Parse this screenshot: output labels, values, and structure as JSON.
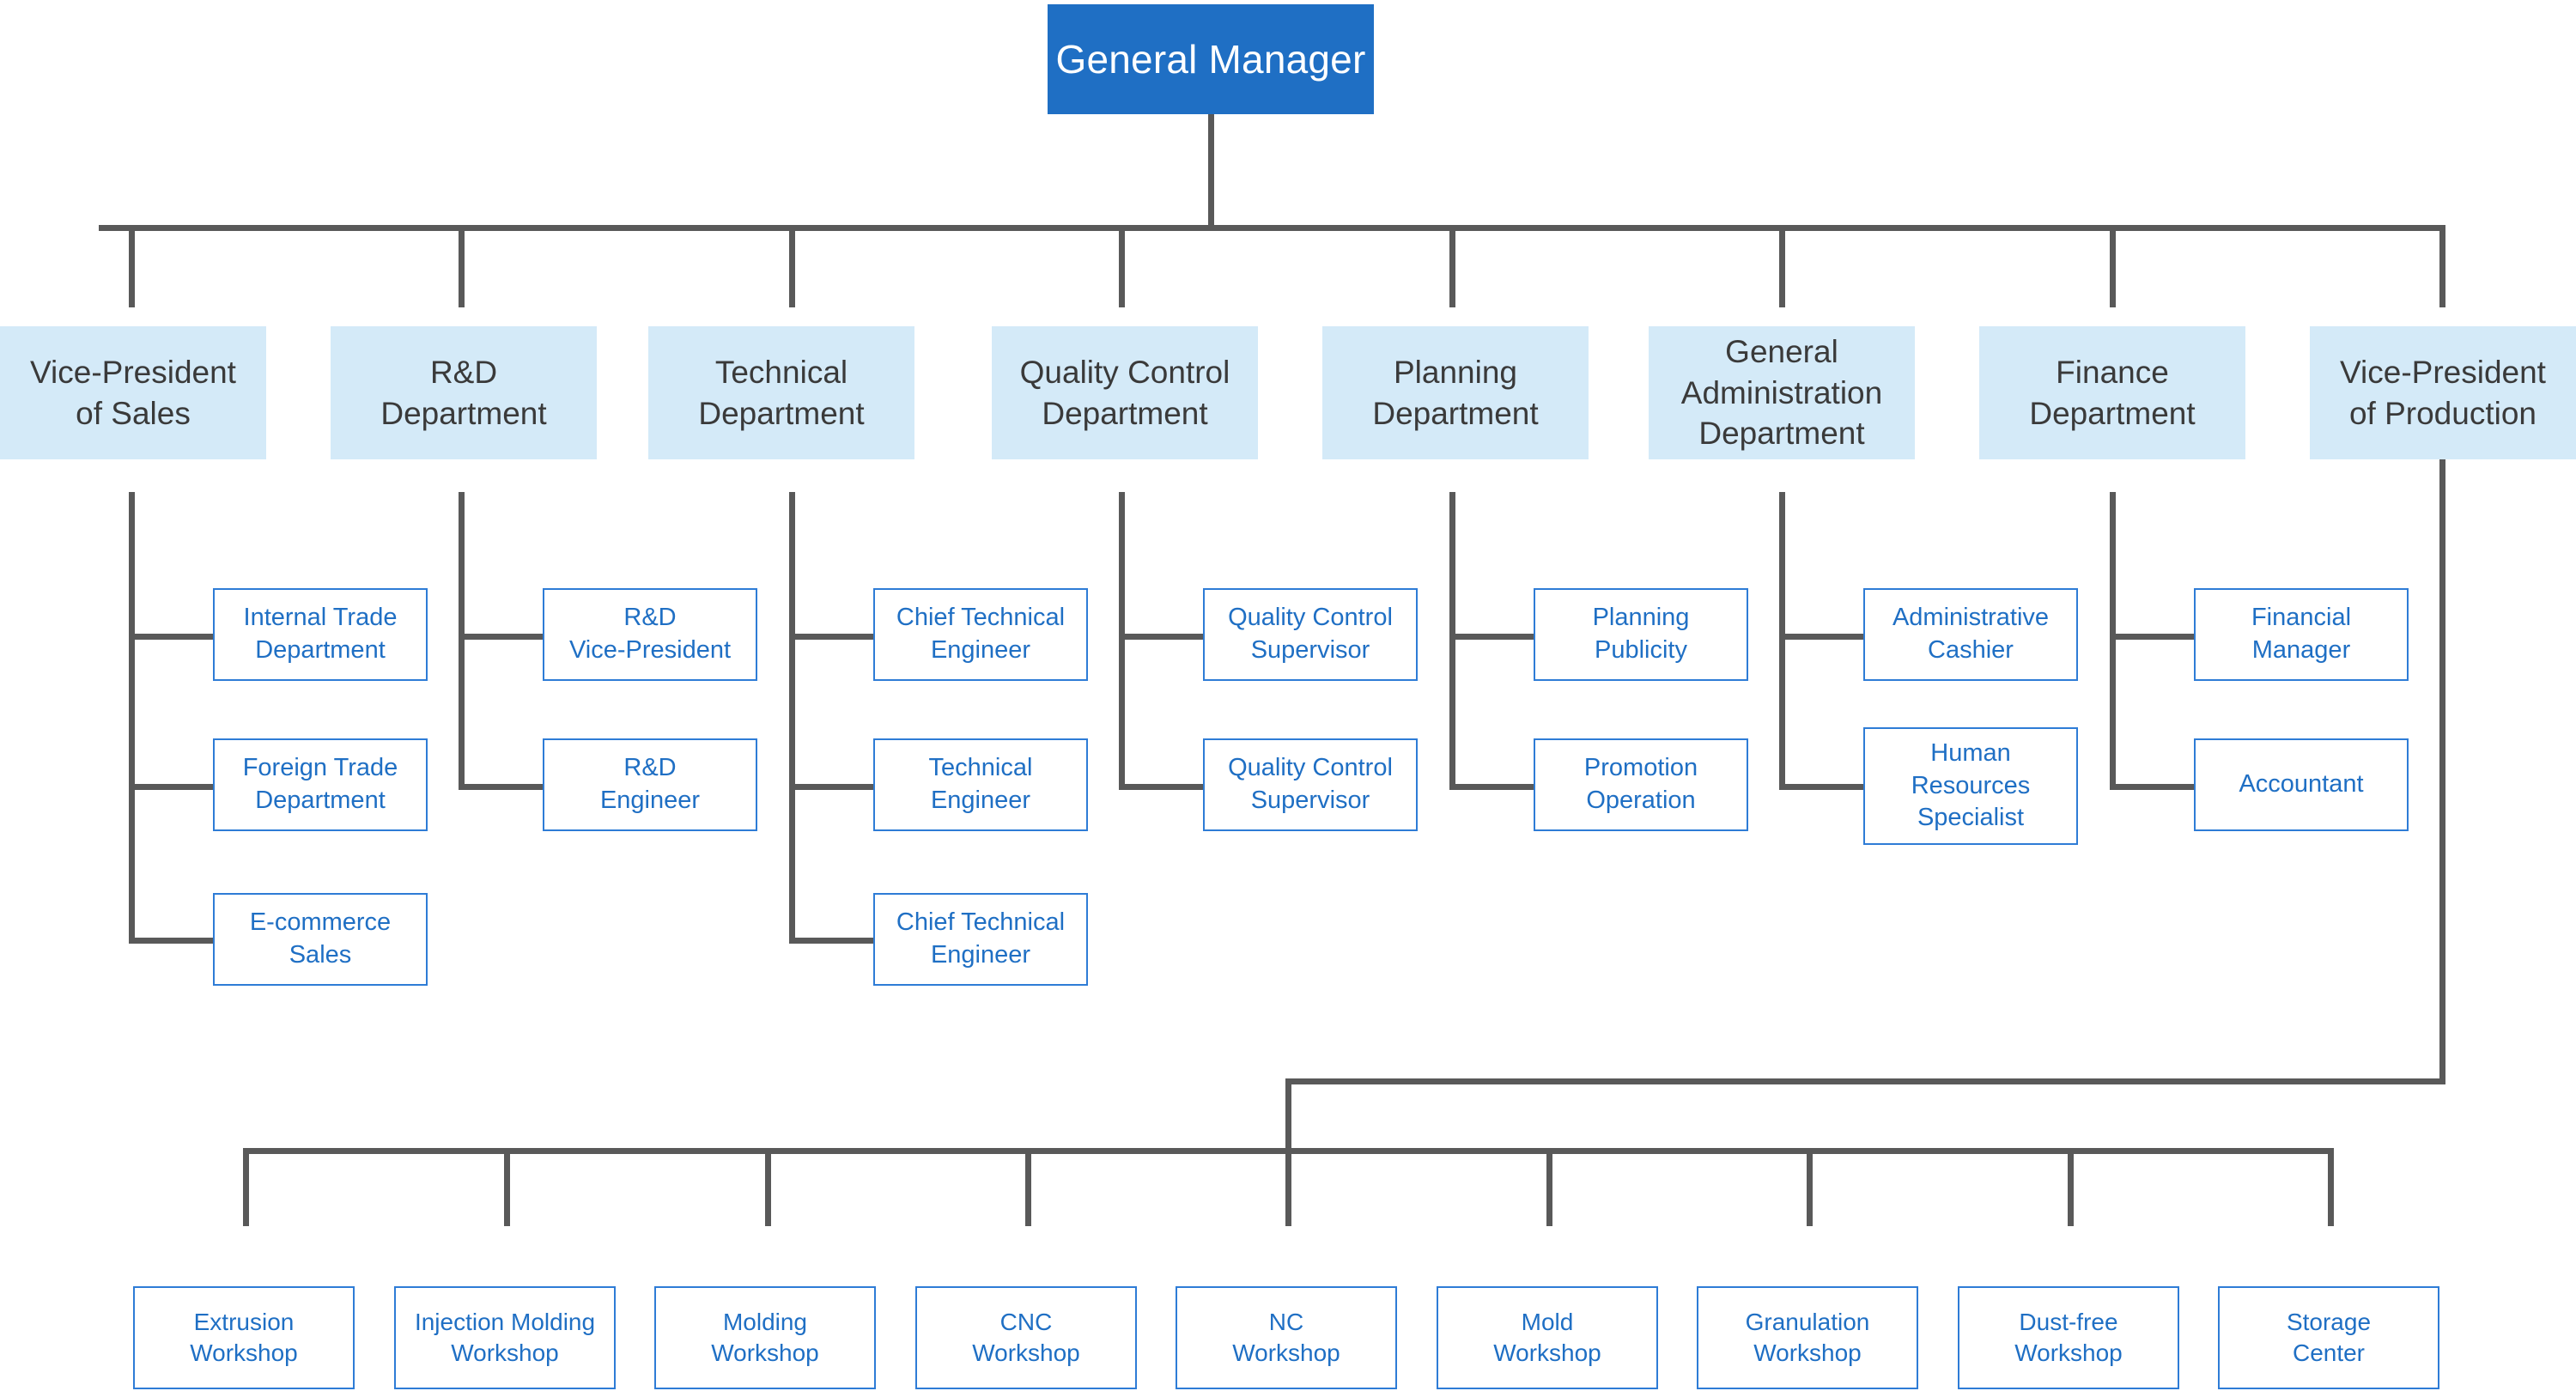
{
  "chart_data": {
    "type": "diagram",
    "diagram_type": "organization-chart",
    "title": "",
    "colors": {
      "root_fill": "#1f6fc4",
      "root_text": "#ffffff",
      "department_fill": "#d4eaf8",
      "department_text": "#3a3a3a",
      "role_border": "#2e7cd6",
      "role_text": "#1f6fc4",
      "role_fill": "#ffffff",
      "connector": "#595959",
      "background": "#ffffff"
    }
  },
  "root": {
    "label": "General Manager"
  },
  "departments": [
    {
      "label": "Vice-President\nof Sales",
      "line1": "Vice-President",
      "line2": "of Sales",
      "children": [
        {
          "line1": "Internal Trade",
          "line2": "Department"
        },
        {
          "line1": "Foreign Trade",
          "line2": "Department"
        },
        {
          "line1": "E-commerce",
          "line2": "Sales"
        }
      ]
    },
    {
      "label": "R&D\nDepartment",
      "line1": "R&D",
      "line2": "Department",
      "children": [
        {
          "line1": "R&D",
          "line2": "Vice-President"
        },
        {
          "line1": "R&D",
          "line2": "Engineer"
        }
      ]
    },
    {
      "label": "Technical\nDepartment",
      "line1": "Technical",
      "line2": "Department",
      "children": [
        {
          "line1": "Chief Technical",
          "line2": "Engineer"
        },
        {
          "line1": "Technical",
          "line2": "Engineer"
        },
        {
          "line1": "Chief Technical",
          "line2": "Engineer"
        }
      ]
    },
    {
      "label": "Quality Control\nDepartment",
      "line1": "Quality Control",
      "line2": "Department",
      "children": [
        {
          "line1": "Quality Control",
          "line2": "Supervisor"
        },
        {
          "line1": "Quality Control",
          "line2": "Supervisor"
        }
      ]
    },
    {
      "label": "Planning\nDepartment",
      "line1": "Planning",
      "line2": "Department",
      "children": [
        {
          "line1": "Planning",
          "line2": "Publicity"
        },
        {
          "line1": "Promotion",
          "line2": "Operation"
        }
      ]
    },
    {
      "label": "General\nAdministration\nDepartment",
      "line1": "General",
      "line2": "Administration",
      "line3": "Department",
      "children": [
        {
          "line1": "Administrative",
          "line2": "Cashier"
        },
        {
          "line1": "Human",
          "line2": "Resources",
          "line3": "Specialist"
        }
      ]
    },
    {
      "label": "Finance\nDepartment",
      "line1": "Finance",
      "line2": "Department",
      "children": [
        {
          "line1": "Financial",
          "line2": "Manager"
        },
        {
          "line1": "Accountant",
          "line2": ""
        }
      ]
    },
    {
      "label": "Vice-President\nof Production",
      "line1": "Vice-President",
      "line2": "of Production",
      "children": []
    }
  ],
  "workshops": [
    {
      "line1": "Extrusion",
      "line2": "Workshop"
    },
    {
      "line1": "Injection Molding",
      "line2": "Workshop"
    },
    {
      "line1": "Molding",
      "line2": "Workshop"
    },
    {
      "line1": "CNC",
      "line2": "Workshop"
    },
    {
      "line1": "NC",
      "line2": "Workshop"
    },
    {
      "line1": "Mold",
      "line2": "Workshop"
    },
    {
      "line1": "Granulation",
      "line2": "Workshop"
    },
    {
      "line1": "Dust-free",
      "line2": "Workshop"
    },
    {
      "line1": "Storage",
      "line2": "Center"
    }
  ]
}
